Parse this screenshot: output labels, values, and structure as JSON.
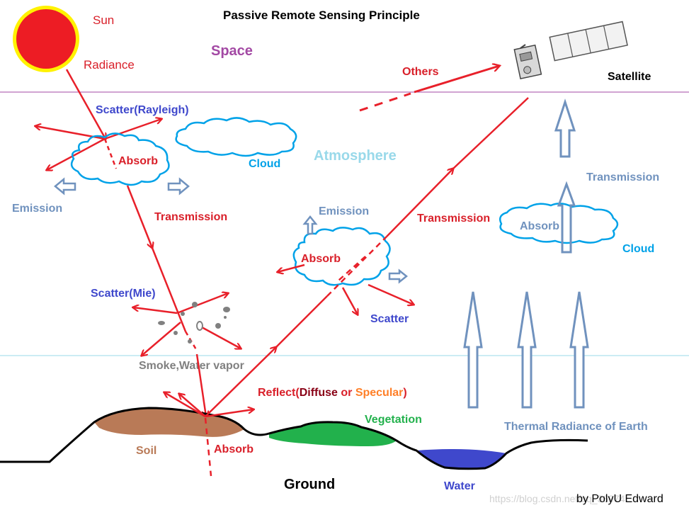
{
  "title": "Passive Remote Sensing Principle",
  "labels": {
    "sun": "Sun",
    "radiance": "Radiance",
    "space": "Space",
    "others": "Others",
    "satellite": "Satellite",
    "scatter_rayleigh": "Scatter(Rayleigh)",
    "absorb_1": "Absorb",
    "cloud_1": "Cloud",
    "atmosphere": "Atmosphere",
    "emission_1": "Emission",
    "transmission_1": "Transmission",
    "transmission_2": "Transmission",
    "transmission_3": "Transmission",
    "emission_2": "Emission",
    "absorb_2": "Absorb",
    "absorb_3": "Absorb",
    "cloud_2": "Cloud",
    "scatter_mie": "Scatter(Mie)",
    "scatter": "Scatter",
    "smoke": "Smoke,Water vapor",
    "reflect_prefix": "Reflect(",
    "reflect_diffuse": "Diffuse",
    "reflect_or": " or ",
    "reflect_specular": "Specular",
    "reflect_suffix": ")",
    "vegetation": "Vegetation",
    "thermal": "Thermal Radiance of Earth",
    "soil": "Soil",
    "absorb_ground": "Absorb",
    "ground": "Ground",
    "water": "Water",
    "watermark": "https://blog.csdn.net/qq_36974",
    "credit": "by PolyU Edward"
  },
  "colors": {
    "red_arrow": "#e8202a",
    "sun_fill": "#ed1c24",
    "sun_ring": "#fff200",
    "cloud_outline": "#00a2e8",
    "hollow_arrow": "#7092be",
    "space_text": "#a349a4",
    "atmosphere_text": "#99d9ea",
    "label_red": "#d9202a",
    "label_blue": "#3f48cc",
    "label_steel": "#7092be",
    "label_cloud": "#00a2e8",
    "soil": "#b97a57",
    "vegetation": "#22b14c",
    "water": "#3f48cc",
    "diffuse": "#880015",
    "specular": "#ff7f27",
    "space_line": "#a349a4",
    "atmo_line": "#99d9ea"
  }
}
